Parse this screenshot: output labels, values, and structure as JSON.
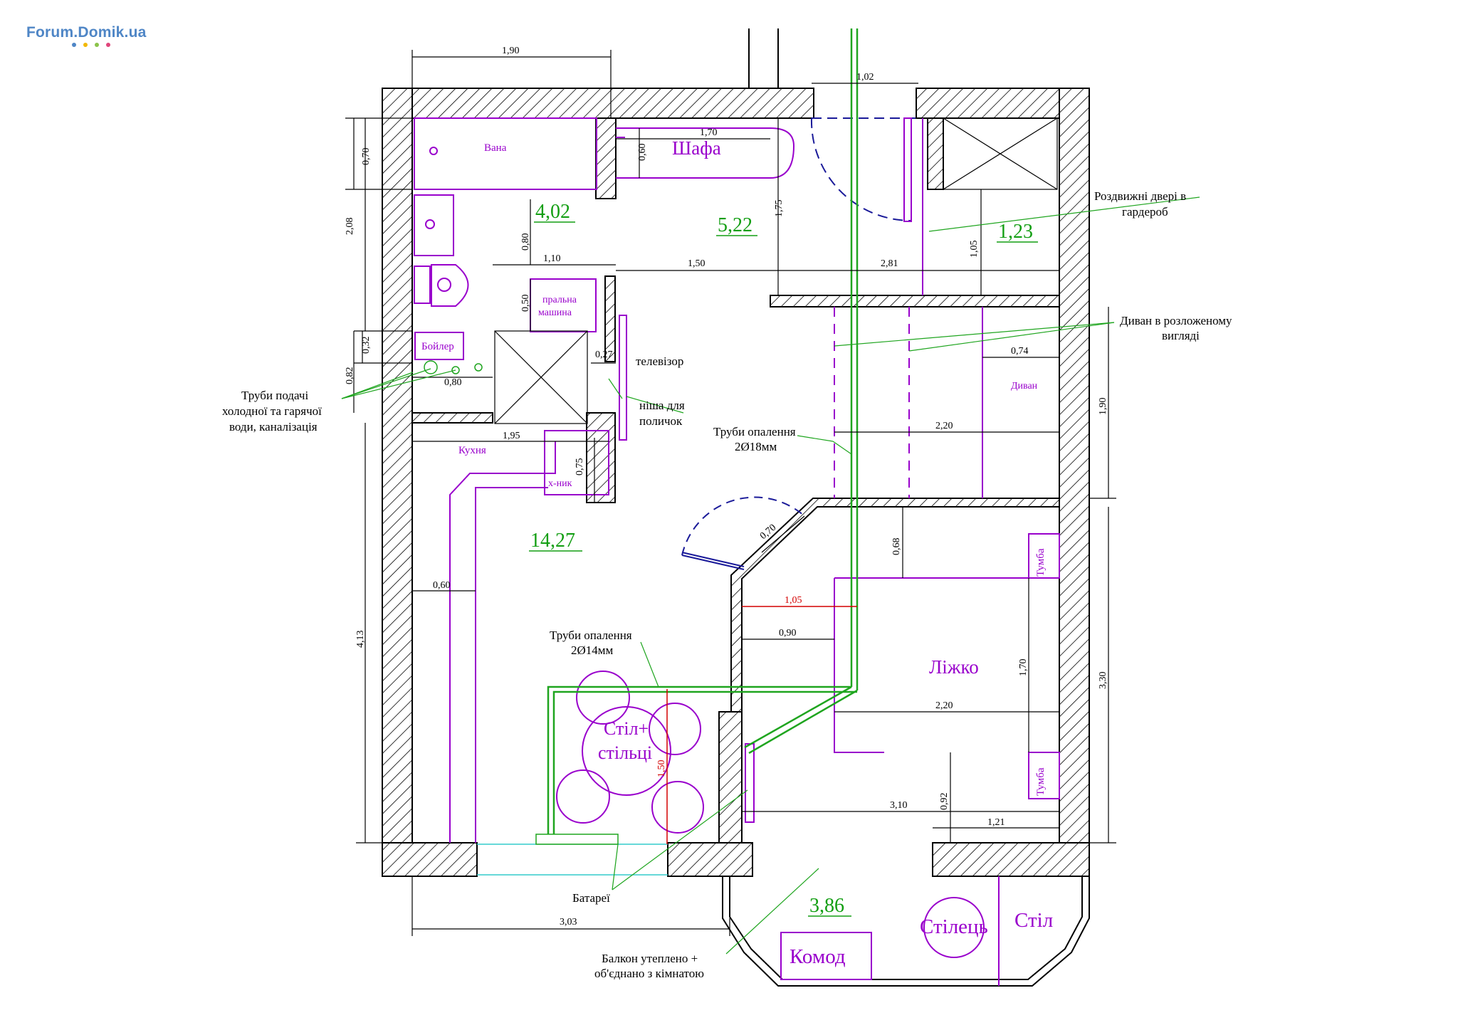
{
  "logo": {
    "text": "Forum.Domik.ua",
    "dot_colors": [
      "#4f86c6",
      "#f2b800",
      "#8bc34a",
      "#e0457b"
    ]
  },
  "colors": {
    "wall_hatch": "#000000",
    "furniture": "#9900cc",
    "pipes": "#1fa51f",
    "area_text": "#129e12",
    "red_dim": "#d40000",
    "window": "#3cc",
    "door_arc": "#1a1a99"
  },
  "rooms": {
    "bath": "Вана",
    "wardrobe": "Шафа",
    "washer_line1": "пральна",
    "washer_line2": "машина",
    "boiler": "Бойлер",
    "kitchen": "Кухня",
    "fridge": "х-ник",
    "sofa": "Диван",
    "bed": "Ліжко",
    "nightstand_top": "Тумба",
    "nightstand_bottom": "Тумба",
    "table_line1": "Стіл+",
    "table_line2": "стільці",
    "dresser": "Комод",
    "chair": "Стілець",
    "desk": "Стіл"
  },
  "areas": {
    "bathroom": "4,02",
    "hall": "5,22",
    "closet": "1,23",
    "kitchen": "14,27",
    "balcony": "3,86"
  },
  "dimensions": {
    "top_190": "1,90",
    "top_102": "1,02",
    "wardrobe_170": "1,70",
    "wardrobe_060": "0,60",
    "bath_070": "0,70",
    "left_208": "2,08",
    "bath_080": "0,80",
    "hall_175": "1,75",
    "closet_105": "1,05",
    "w_110": "1,10",
    "w_150": "1,50",
    "w_281": "2,81",
    "w_050": "0,50",
    "w_032": "0,32",
    "w_082": "0,82",
    "w_080b": "0,80",
    "w_027": "0,27",
    "sofa_074": "0,74",
    "right_190": "1,90",
    "sofa_220": "2,20",
    "kitchen_195": "1,95",
    "fridge_075": "0,75",
    "door_070": "0,70",
    "bed_068": "0,68",
    "left_060": "0,60",
    "red_105": "1,05",
    "bed_090": "0,90",
    "left_413": "4,13",
    "bed_170": "1,70",
    "right_330": "3,30",
    "bed_220": "2,20",
    "red_150": "1,50",
    "bed_092": "0,92",
    "room_310": "3,10",
    "room_121": "1,21",
    "bottom_303": "3,03"
  },
  "notes": {
    "sliding_doors_line1": "Роздвижні двері в",
    "sliding_doors_line2": "гардероб",
    "sofa_unfolded_line1": "Диван в розложеному",
    "sofa_unfolded_line2": "вигляді",
    "tv": "телевізор",
    "niche_line1": "ніша для",
    "niche_line2": "поличок",
    "pipes_water_line1": "Труби подачі",
    "pipes_water_line2": "холодної та гарячої",
    "pipes_water_line3": "води, каналізація",
    "heating18_line1": "Труби опалення",
    "heating18_line2": "2Ø18мм",
    "heating14_line1": "Труби опалення",
    "heating14_line2": "2Ø14мм",
    "radiators": "Батареї",
    "balcony_line1": "Балкон утеплено +",
    "balcony_line2": "об'єднано з кімнатою"
  }
}
